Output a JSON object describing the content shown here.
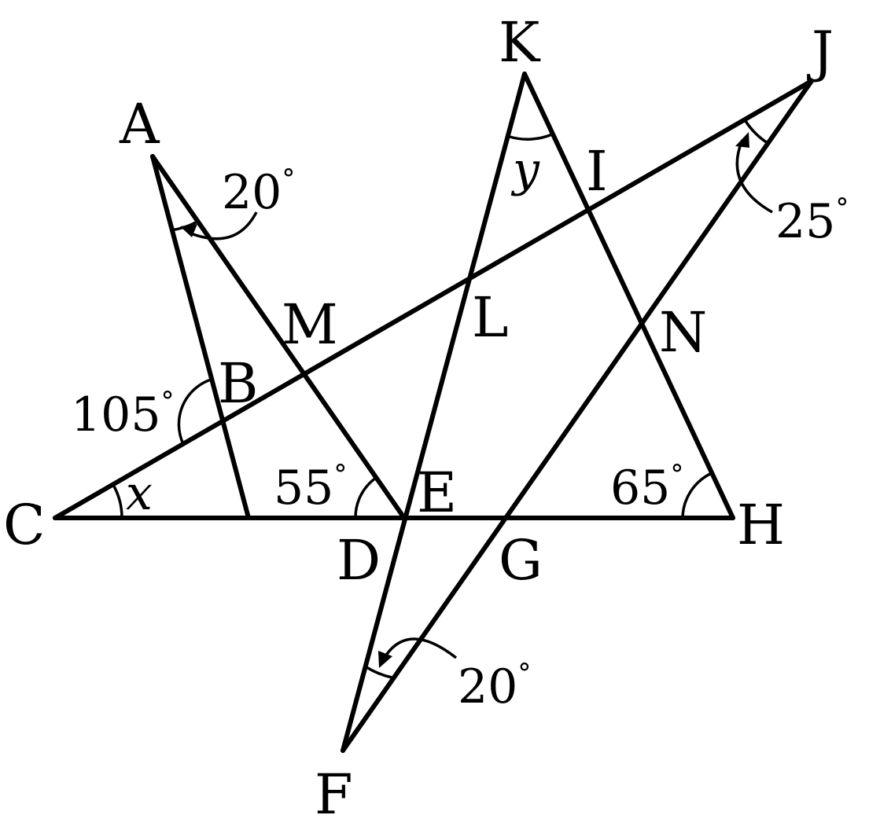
{
  "diagram": {
    "points": [
      {
        "id": "A",
        "label": "A"
      },
      {
        "id": "B",
        "label": "B"
      },
      {
        "id": "C",
        "label": "C"
      },
      {
        "id": "D",
        "label": "D"
      },
      {
        "id": "E",
        "label": "E"
      },
      {
        "id": "F",
        "label": "F"
      },
      {
        "id": "G",
        "label": "G"
      },
      {
        "id": "H",
        "label": "H"
      },
      {
        "id": "I",
        "label": "I"
      },
      {
        "id": "J",
        "label": "J"
      },
      {
        "id": "K",
        "label": "K"
      },
      {
        "id": "L",
        "label": "L"
      },
      {
        "id": "M",
        "label": "M"
      },
      {
        "id": "N",
        "label": "N"
      }
    ],
    "segments": [
      {
        "id": "CH",
        "from": "C",
        "to": "H"
      },
      {
        "id": "CJ",
        "from": "C",
        "to": "J"
      },
      {
        "id": "AD",
        "from": "A",
        "to": "D"
      },
      {
        "id": "AB",
        "from": "A",
        "to": "B"
      },
      {
        "id": "KF",
        "from": "K",
        "to": "F"
      },
      {
        "id": "KH",
        "from": "K",
        "to": "H"
      },
      {
        "id": "JF",
        "from": "J",
        "to": "F"
      }
    ],
    "angles": [
      {
        "id": "angle-A",
        "label": "20",
        "unit": "°"
      },
      {
        "id": "angle-CBA",
        "label": "105",
        "unit": "°"
      },
      {
        "id": "angle-ADC",
        "label": "55",
        "unit": "°"
      },
      {
        "id": "angle-KHC",
        "label": "65",
        "unit": "°"
      },
      {
        "id": "angle-J",
        "label": "25",
        "unit": "°"
      },
      {
        "id": "angle-F",
        "label": "20",
        "unit": "°"
      }
    ],
    "unknowns": [
      {
        "id": "x",
        "label": "x"
      },
      {
        "id": "y",
        "label": "y"
      }
    ]
  }
}
